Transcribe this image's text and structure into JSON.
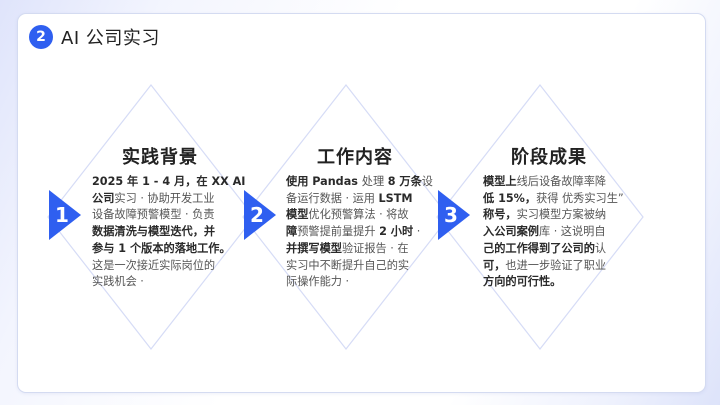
{
  "header": {
    "badge_number": "2",
    "title": "AI 公司实习"
  },
  "colors": {
    "accent": "#2f5ff0",
    "diamond_border": "#d6dcf6",
    "card_border": "#d4dbf1"
  },
  "cards": [
    {
      "step": "1",
      "title": "实践背景",
      "lines": [
        [
          {
            "t": "2025 年 1 - 4 月，在 XX AI",
            "b": true
          }
        ],
        [
          {
            "t": "公司",
            "b": true
          },
          {
            "t": "实习 · 协助开发工业",
            "b": false
          }
        ],
        [
          {
            "t": "设备故障预警模型 · 负责",
            "b": false
          }
        ],
        [
          {
            "t": "数据清洗与模型迭代，并",
            "b": true
          }
        ],
        [
          {
            "t": "参与 1 个版本的落地工作。",
            "b": true
          }
        ],
        [
          {
            "t": "这是一次接近实际岗位的",
            "b": false
          }
        ],
        [
          {
            "t": "实践机会 ·",
            "b": false
          }
        ]
      ]
    },
    {
      "step": "2",
      "title": "工作内容",
      "lines": [
        [
          {
            "t": "使用 Pandas ",
            "b": true
          },
          {
            "t": "处理 ",
            "b": false
          },
          {
            "t": "8 万条",
            "b": true
          },
          {
            "t": "设",
            "b": false
          }
        ],
        [
          {
            "t": "备运行数据 · 运用 ",
            "b": false
          },
          {
            "t": "LSTM",
            "b": true
          }
        ],
        [
          {
            "t": "模型",
            "b": true
          },
          {
            "t": "优化预警算法 · 将故",
            "b": false
          }
        ],
        [
          {
            "t": "障",
            "b": true
          },
          {
            "t": "预警提前量提升 ",
            "b": false
          },
          {
            "t": "2 小时",
            "b": true
          },
          {
            "t": " ·",
            "b": false
          }
        ],
        [
          {
            "t": "并撰写模型",
            "b": true
          },
          {
            "t": "验证报告 · 在",
            "b": false
          }
        ],
        [
          {
            "t": "实习中不断提升自己的实",
            "b": false
          }
        ],
        [
          {
            "t": "际操作能力 ·",
            "b": false
          }
        ]
      ]
    },
    {
      "step": "3",
      "title": "阶段成果",
      "lines": [
        [
          {
            "t": "模型上",
            "b": true
          },
          {
            "t": "线后设备故障率降",
            "b": false
          }
        ],
        [
          {
            "t": "低 15%，",
            "b": true
          },
          {
            "t": "获得 优秀实习生”",
            "b": false
          }
        ],
        [
          {
            "t": "称号，",
            "b": true
          },
          {
            "t": "实习模型方案被纳",
            "b": false
          }
        ],
        [
          {
            "t": "入公司案例",
            "b": true
          },
          {
            "t": "库 · 这说明自",
            "b": false
          }
        ],
        [
          {
            "t": "己的工作得到了公司的",
            "b": true
          },
          {
            "t": "认",
            "b": false
          }
        ],
        [
          {
            "t": "可，",
            "b": true
          },
          {
            "t": "也进一步验证了职业",
            "b": false
          }
        ],
        [
          {
            "t": "方向的可行性。",
            "b": true
          }
        ]
      ]
    }
  ]
}
